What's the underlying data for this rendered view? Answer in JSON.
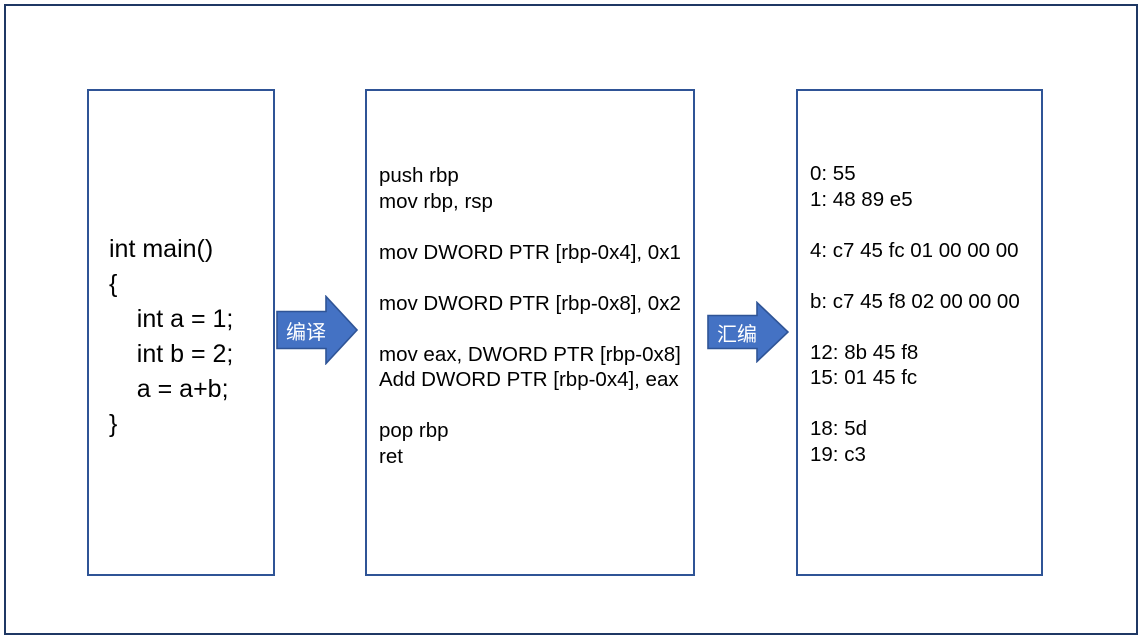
{
  "diagram": {
    "title_present": false,
    "colors": {
      "outer_frame_border": "#1F3864",
      "box_border": "#2F5496",
      "arrow_fill": "#4472C4",
      "arrow_border": "#2F5496",
      "arrow_label_text": "#FFFFFF",
      "code_text": "#000000",
      "background": "#FFFFFF"
    },
    "boxes": [
      {
        "name": "source-code",
        "lines": [
          "int main()",
          "{",
          "    int a = 1;",
          "    int b = 2;",
          "    a = a+b;",
          "}"
        ],
        "text": "int main()\n{\n    int a = 1;\n    int b = 2;\n    a = a+b;\n}"
      },
      {
        "name": "assembly-code",
        "lines": [
          "push rbp",
          "mov rbp, rsp",
          "",
          "mov DWORD PTR [rbp-0x4], 0x1",
          "",
          "mov DWORD PTR [rbp-0x8], 0x2",
          "",
          "mov eax, DWORD PTR [rbp-0x8]",
          "Add DWORD PTR [rbp-0x4], eax",
          "",
          "pop rbp",
          "ret"
        ],
        "text": "push rbp\nmov rbp, rsp\n\nmov DWORD PTR [rbp-0x4], 0x1\n\nmov DWORD PTR [rbp-0x8], 0x2\n\nmov eax, DWORD PTR [rbp-0x8]\nAdd DWORD PTR [rbp-0x4], eax\n\npop rbp\nret"
      },
      {
        "name": "machine-code",
        "lines": [
          "0: 55",
          "1: 48 89 e5",
          "",
          "4: c7 45 fc 01 00 00 00",
          "",
          "b: c7 45 f8 02 00 00 00",
          "",
          "12: 8b 45 f8",
          "15: 01 45 fc",
          "",
          "18: 5d",
          "19: c3"
        ],
        "text": "0: 55\n1: 48 89 e5\n\n4: c7 45 fc 01 00 00 00\n\nb: c7 45 f8 02 00 00 00\n\n12: 8b 45 f8\n15: 01 45 fc\n\n18: 5d\n19: c3"
      }
    ],
    "arrows": [
      {
        "name": "compile-arrow",
        "label": "编译",
        "direction": "right"
      },
      {
        "name": "assemble-arrow",
        "label": "汇编",
        "direction": "right"
      }
    ]
  }
}
